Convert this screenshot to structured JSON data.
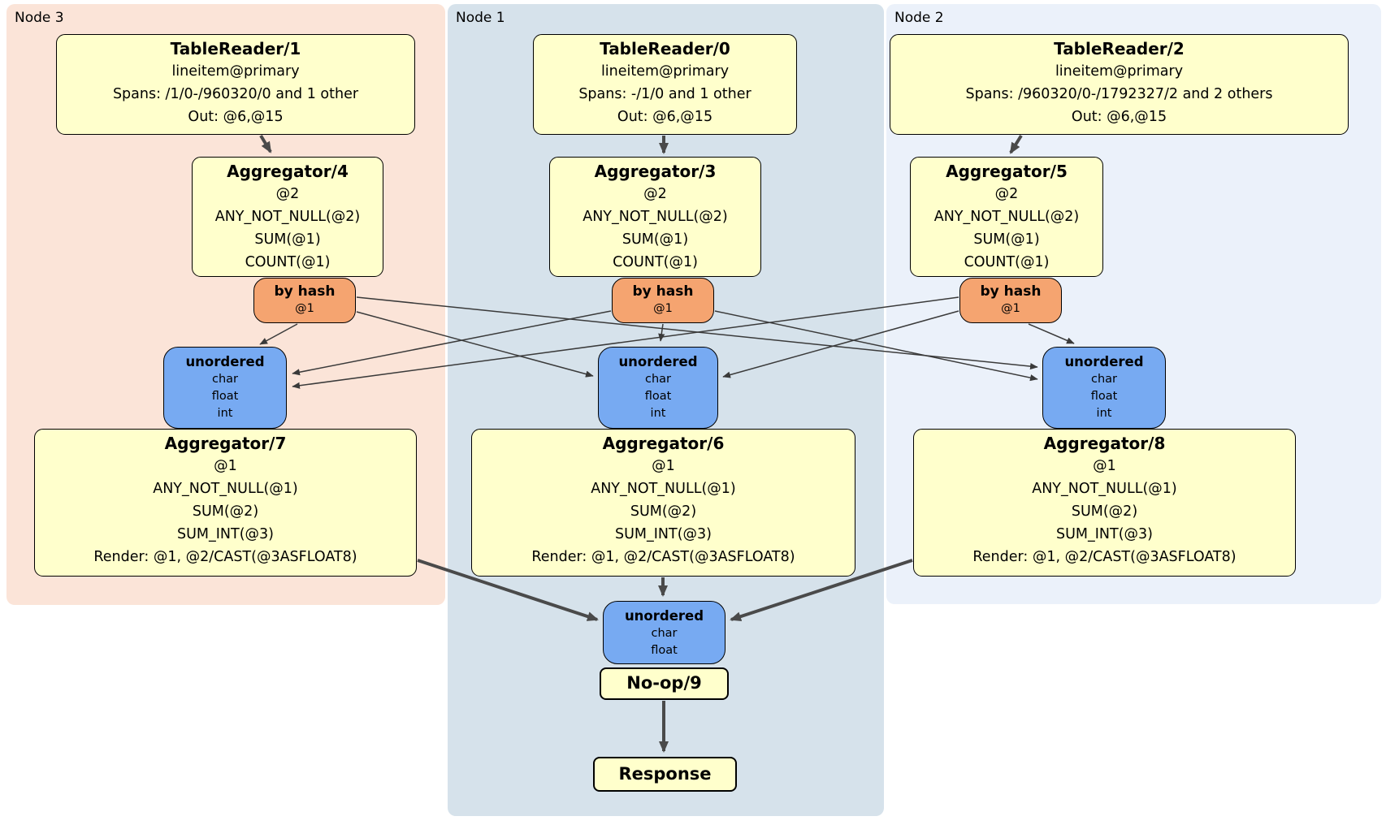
{
  "groups": {
    "node3": {
      "label": "Node 3"
    },
    "node1": {
      "label": "Node 1"
    },
    "node2": {
      "label": "Node 2"
    }
  },
  "processors": {
    "tr1": {
      "title": "TableReader/1",
      "lines": [
        "lineitem@primary",
        "Spans: /1/0-/960320/0 and 1 other",
        "Out: @6,@15"
      ]
    },
    "tr0": {
      "title": "TableReader/0",
      "lines": [
        "lineitem@primary",
        "Spans: -/1/0 and 1 other",
        "Out: @6,@15"
      ]
    },
    "tr2": {
      "title": "TableReader/2",
      "lines": [
        "lineitem@primary",
        "Spans: /960320/0-/1792327/2 and 2 others",
        "Out: @6,@15"
      ]
    },
    "agg4": {
      "title": "Aggregator/4",
      "lines": [
        "@2",
        "ANY_NOT_NULL(@2)",
        "SUM(@1)",
        "COUNT(@1)"
      ]
    },
    "agg3": {
      "title": "Aggregator/3",
      "lines": [
        "@2",
        "ANY_NOT_NULL(@2)",
        "SUM(@1)",
        "COUNT(@1)"
      ]
    },
    "agg5": {
      "title": "Aggregator/5",
      "lines": [
        "@2",
        "ANY_NOT_NULL(@2)",
        "SUM(@1)",
        "COUNT(@1)"
      ]
    },
    "agg7": {
      "title": "Aggregator/7",
      "lines": [
        "@1",
        "ANY_NOT_NULL(@1)",
        "SUM(@2)",
        "SUM_INT(@3)",
        "Render: @1, @2/CAST(@3ASFLOAT8)"
      ]
    },
    "agg6": {
      "title": "Aggregator/6",
      "lines": [
        "@1",
        "ANY_NOT_NULL(@1)",
        "SUM(@2)",
        "SUM_INT(@3)",
        "Render: @1, @2/CAST(@3ASFLOAT8)"
      ]
    },
    "agg8": {
      "title": "Aggregator/8",
      "lines": [
        "@1",
        "ANY_NOT_NULL(@1)",
        "SUM(@2)",
        "SUM_INT(@3)",
        "Render: @1, @2/CAST(@3ASFLOAT8)"
      ]
    },
    "noop9": {
      "title": "No-op/9"
    },
    "response": {
      "title": "Response"
    }
  },
  "routers": {
    "hash3": {
      "title": "by hash",
      "detail": "@1"
    },
    "hash1": {
      "title": "by hash",
      "detail": "@1"
    },
    "hash2": {
      "title": "by hash",
      "detail": "@1"
    }
  },
  "syncs": {
    "un3": {
      "title": "unordered",
      "types": [
        "char",
        "float",
        "int"
      ]
    },
    "un1": {
      "title": "unordered",
      "types": [
        "char",
        "float",
        "int"
      ]
    },
    "un2": {
      "title": "unordered",
      "types": [
        "char",
        "float",
        "int"
      ]
    },
    "unfinal": {
      "title": "unordered",
      "types": [
        "char",
        "float"
      ]
    }
  },
  "colors": {
    "node3_bg": "#fbe4d8",
    "node1_bg": "#d6e2eb",
    "node2_bg": "#ebf1fa",
    "processor_fill": "#ffffcc",
    "router_fill": "#f5a470",
    "sync_fill": "#77aaf2",
    "box_border": "#000000",
    "edge": "#4a4a4a"
  }
}
